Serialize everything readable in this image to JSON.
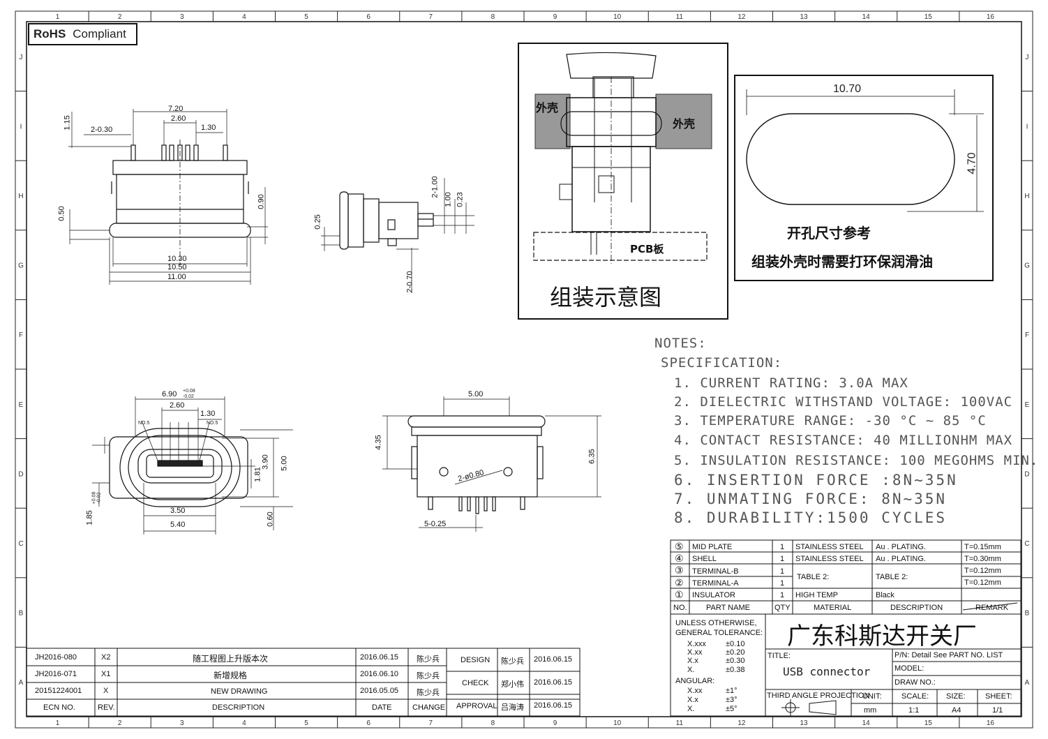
{
  "rohs": {
    "bold": "RoHS",
    "text": "Compliant"
  },
  "grid": {
    "cols": [
      "1",
      "2",
      "3",
      "4",
      "5",
      "6",
      "7",
      "8",
      "9",
      "10",
      "11",
      "12",
      "13",
      "14",
      "15",
      "16"
    ],
    "rows": [
      "J",
      "I",
      "H",
      "G",
      "F",
      "E",
      "D",
      "C",
      "B",
      "A"
    ]
  },
  "dims_top": [
    "7.20",
    "2.60",
    "1.15",
    "2-0.30",
    "1.30",
    "0.50",
    "0.90",
    "10.30",
    "10.50",
    "11.00"
  ],
  "dims_side": [
    "2-1.00",
    "1.00",
    "0.23",
    "0.25",
    "2-0.70"
  ],
  "dims_front": [
    "6.90",
    "+0.08",
    "-0.02",
    "2.60",
    "1.30",
    "NO.5",
    "NO.5",
    "3.90",
    "5.00",
    "1.81",
    "3.50",
    "5.40",
    "0.60",
    "1.85",
    "+0.08",
    "-0.02"
  ],
  "dims_back": [
    "5.00",
    "4.35",
    "6.35",
    "2-ø0.80",
    "5-0.25"
  ],
  "assembly": {
    "label_shell": "外壳",
    "pcb": "PCB板",
    "caption": "组装示意图"
  },
  "cutout": {
    "width": "10.70",
    "height": "4.70",
    "line1": "开孔尺寸参考",
    "line2": "组装外壳时需要打环保润滑油"
  },
  "notes": {
    "title": "NOTES:",
    "spec": "SPECIFICATION:",
    "items": [
      "1. CURRENT RATING: 3.0A MAX",
      "2. DIELECTRIC WITHSTAND VOLTAGE: 100VAC",
      "3. TEMPERATURE RANGE: -30 °C ~ 85 °C",
      "4. CONTACT RESISTANCE: 40 MILLIONHM MAX",
      "5. INSULATION RESISTANCE: 100 MEGOHMS MIN.",
      "6. INSERTION FORCE :8N~35N",
      "7. UNMATING FORCE: 8N~35N",
      "8. DURABILITY:1500 CYCLES"
    ]
  },
  "bom": {
    "rows": [
      {
        "no": "⑤",
        "name": "MID PLATE",
        "qty": "1",
        "material": "STAINLESS STEEL",
        "desc": "Au . PLATING.",
        "remark": "T=0.15mm"
      },
      {
        "no": "④",
        "name": "SHELL",
        "qty": "1",
        "material": "STAINLESS STEEL",
        "desc": "Au . PLATING.",
        "remark": "T=0.30mm"
      },
      {
        "no": "③",
        "name": "TERMINAL-B",
        "qty": "1",
        "material": "TABLE 2:",
        "desc": "TABLE 2:",
        "remark": "T=0.12mm"
      },
      {
        "no": "②",
        "name": "TERMINAL-A",
        "qty": "1",
        "material": "",
        "desc": "",
        "remark": "T=0.12mm"
      },
      {
        "no": "①",
        "name": "INSULATOR",
        "qty": "1",
        "material": "HIGH TEMP",
        "desc": "Black",
        "remark": ""
      }
    ],
    "header": {
      "no": "NO.",
      "name": "PART NAME",
      "qty": "QTY",
      "material": "MATERIAL",
      "desc": "DESCRIPTION",
      "remark": "REMARK"
    }
  },
  "tolerance": {
    "title1": "UNLESS OTHERWISE,",
    "title2": "GENERAL TOLERANCE:",
    "rows": [
      [
        "X.xxx",
        "±0.10"
      ],
      [
        "X.xx",
        "±0.20"
      ],
      [
        "X.x",
        "±0.30"
      ],
      [
        "X.",
        "±0.38"
      ]
    ],
    "angular": "ANGULAR:",
    "arows": [
      [
        "X.xx",
        "±1°"
      ],
      [
        "X.x",
        "±3°"
      ],
      [
        "X.",
        "±5°"
      ]
    ]
  },
  "company": "广东科斯达开关厂",
  "title_block": {
    "title_label": "TITLE:",
    "title": "USB connector",
    "pn": "P/N: Detail See PART NO. LIST",
    "model": "MODEL:",
    "draw_no": "DRAW NO.:",
    "projection": "THIRD ANGLE PROJECTION",
    "unit_label": "UNIT:",
    "unit": "mm",
    "scale_label": "SCALE:",
    "scale": "1:1",
    "size_label": "SIZE:",
    "size": "A4",
    "sheet_label": "SHEET:",
    "sheet": "1/1"
  },
  "revisions": [
    {
      "ecn": "JH2016-080",
      "rev": "X2",
      "desc": "随工程图上升版本次",
      "date": "2016.06.15",
      "by": "陈少兵"
    },
    {
      "ecn": "JH2016-071",
      "rev": "X1",
      "desc": "新增规格",
      "date": "2016.06.10",
      "by": "陈少兵"
    },
    {
      "ecn": "20151224001",
      "rev": "X",
      "desc": "NEW DRAWING",
      "date": "2016.05.05",
      "by": "陈少兵"
    }
  ],
  "rev_header": {
    "ecn": "ECN NO.",
    "rev": "REV.",
    "desc": "DESCRIPTION",
    "date": "DATE",
    "change": "CHANGE"
  },
  "approvals": [
    {
      "label": "DESIGN",
      "name": "陈少兵",
      "date": "2016.06.15"
    },
    {
      "label": "CHECK",
      "name": "郑小伟",
      "date": "2016.06.15"
    },
    {
      "label": "APPROVAL",
      "name": "吕海涛",
      "date": "2016.06.15"
    }
  ]
}
